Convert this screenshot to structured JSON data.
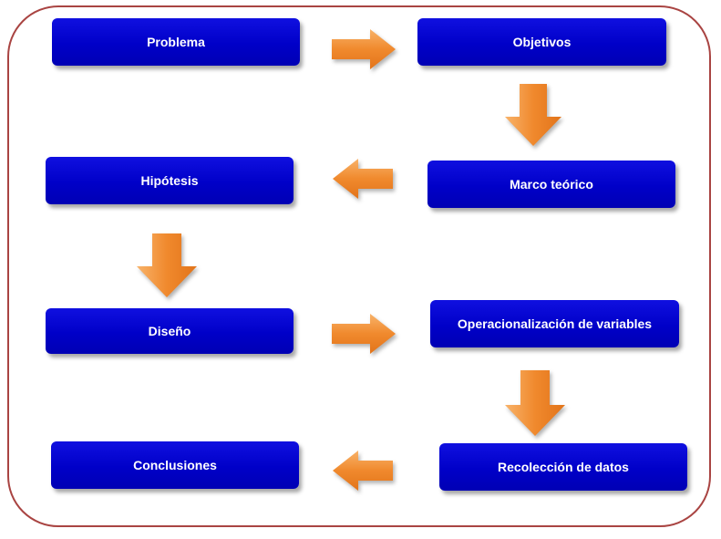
{
  "diagram": {
    "frame_color": "#a94442",
    "box_color": "#0000cc",
    "arrow_color": "#f0892d",
    "steps": [
      {
        "label": "Problema"
      },
      {
        "label": "Objetivos"
      },
      {
        "label": "Marco teórico"
      },
      {
        "label": "Hipótesis"
      },
      {
        "label": "Diseño"
      },
      {
        "label": "Operacionalización de variables"
      },
      {
        "label": "Recolección de datos"
      },
      {
        "label": "Conclusiones"
      }
    ],
    "arrows": [
      {
        "from": "Problema",
        "to": "Objetivos",
        "direction": "right"
      },
      {
        "from": "Objetivos",
        "to": "Marco teórico",
        "direction": "down"
      },
      {
        "from": "Marco teórico",
        "to": "Hipótesis",
        "direction": "left"
      },
      {
        "from": "Hipótesis",
        "to": "Diseño",
        "direction": "down"
      },
      {
        "from": "Diseño",
        "to": "Operacionalización de variables",
        "direction": "right"
      },
      {
        "from": "Operacionalización de variables",
        "to": "Recolección de datos",
        "direction": "down"
      },
      {
        "from": "Recolección de datos",
        "to": "Conclusiones",
        "direction": "left"
      }
    ]
  }
}
